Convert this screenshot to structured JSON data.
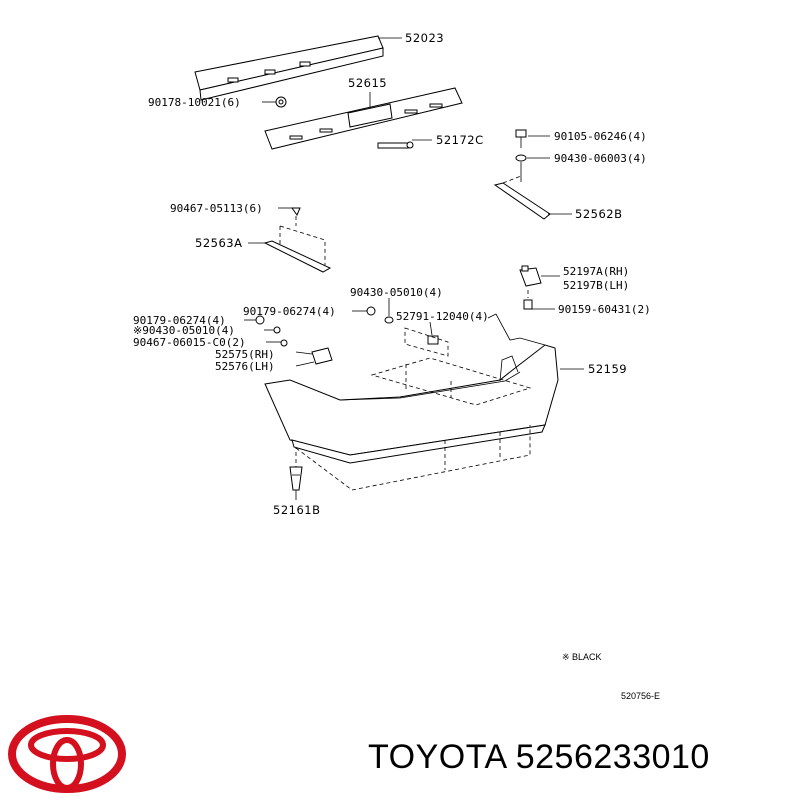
{
  "callouts": {
    "c1": "52023",
    "c2": "52615",
    "c3": "90178-10021(6)",
    "c4": "52172C",
    "c5": "90105-06246(4)",
    "c6": "90430-06003(4)",
    "c7": "90467-05113(6)",
    "c8": "52562B",
    "c9": "52563A",
    "c10": "52197A(RH)",
    "c11": "52197B(LH)",
    "c12": "90430-05010(4)",
    "c13": "90179-06274(4)",
    "c14": "90179-06274(4)",
    "c15": "52791-12040(4)",
    "c16": "90159-60431(2)",
    "c17": "※90430-05010(4)",
    "c18": "90467-06015-C0(2)",
    "c19": "52575(RH)",
    "c20": "52576(LH)",
    "c21": "52159",
    "c22": "52161B"
  },
  "legend_note": "※ BLACK",
  "diagram_code": "520756-E",
  "brand": "TOYOTA",
  "part_number": "5256233010",
  "logo_icon": "toyota-logo-icon",
  "colors": {
    "logo_red": "#d4101e",
    "ink": "#000000"
  }
}
